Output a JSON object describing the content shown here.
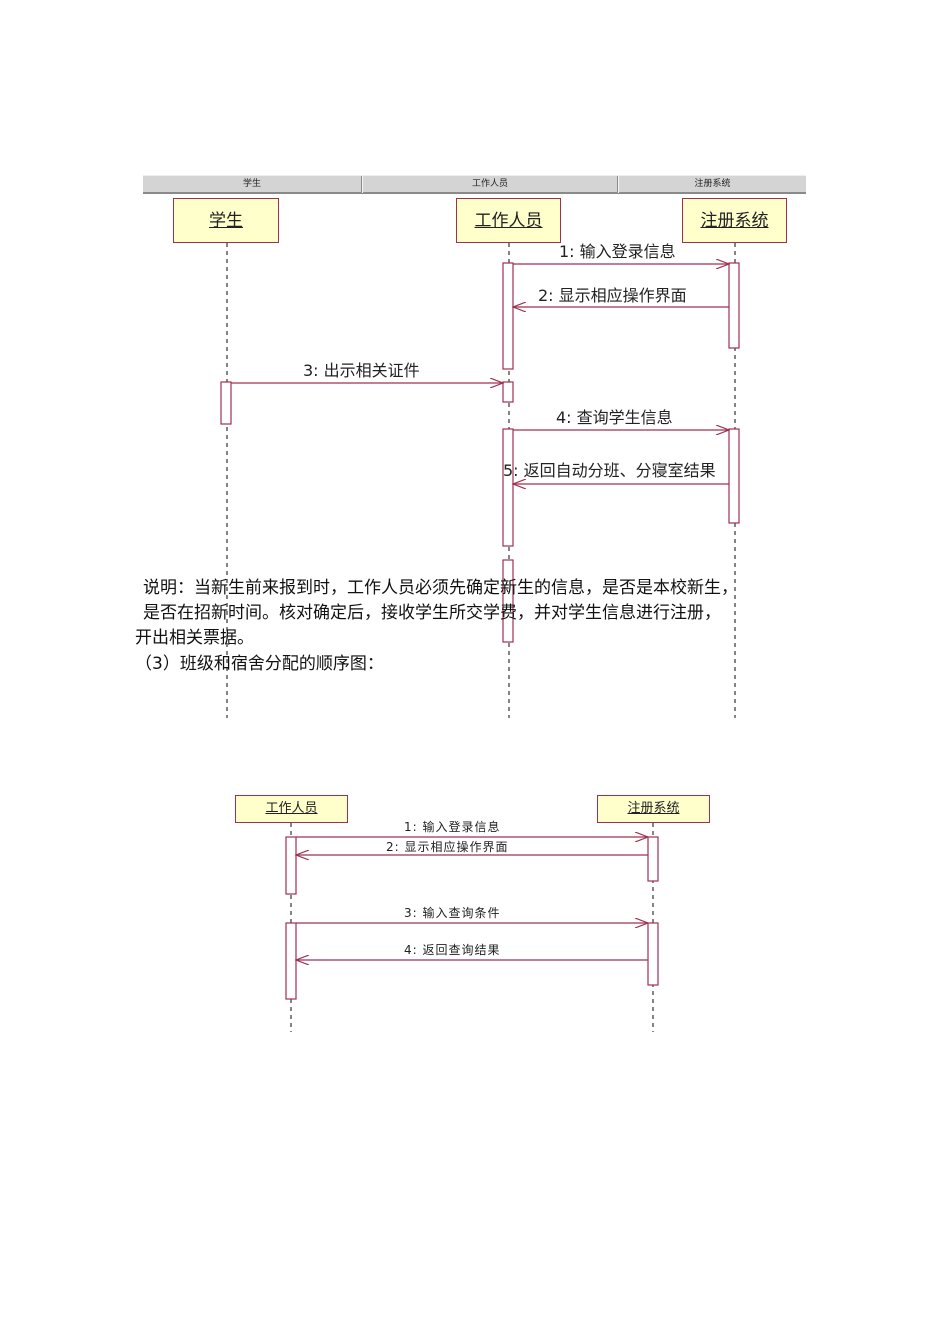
{
  "diagram1": {
    "header_labels": [
      "学生",
      "工作人员",
      "注册系统"
    ],
    "actors": [
      "学生",
      "工作人员",
      "注册系统"
    ],
    "messages": [
      "1: 输入登录信息",
      "2: 显示相应操作界面",
      "3: 出示相关证件",
      "4: 查询学生信息",
      "5: 返回自动分班、分寝室结果"
    ]
  },
  "description": {
    "line1": "说明：当新生前来报到时，工作人员必须先确定新生的信息，是否是本校新生，",
    "line2": "是否在招新时间。核对确定后，接收学生所交学费，并对学生信息进行注册，",
    "line3": "开出相关票据。",
    "section_title": "（3）班级和宿舍分配的顺序图："
  },
  "diagram2": {
    "actors": [
      "工作人员",
      "注册系统"
    ],
    "messages": [
      "1: 输入登录信息",
      "2: 显示相应操作界面",
      "3: 输入查询条件",
      "4: 返回查询结果"
    ]
  }
}
